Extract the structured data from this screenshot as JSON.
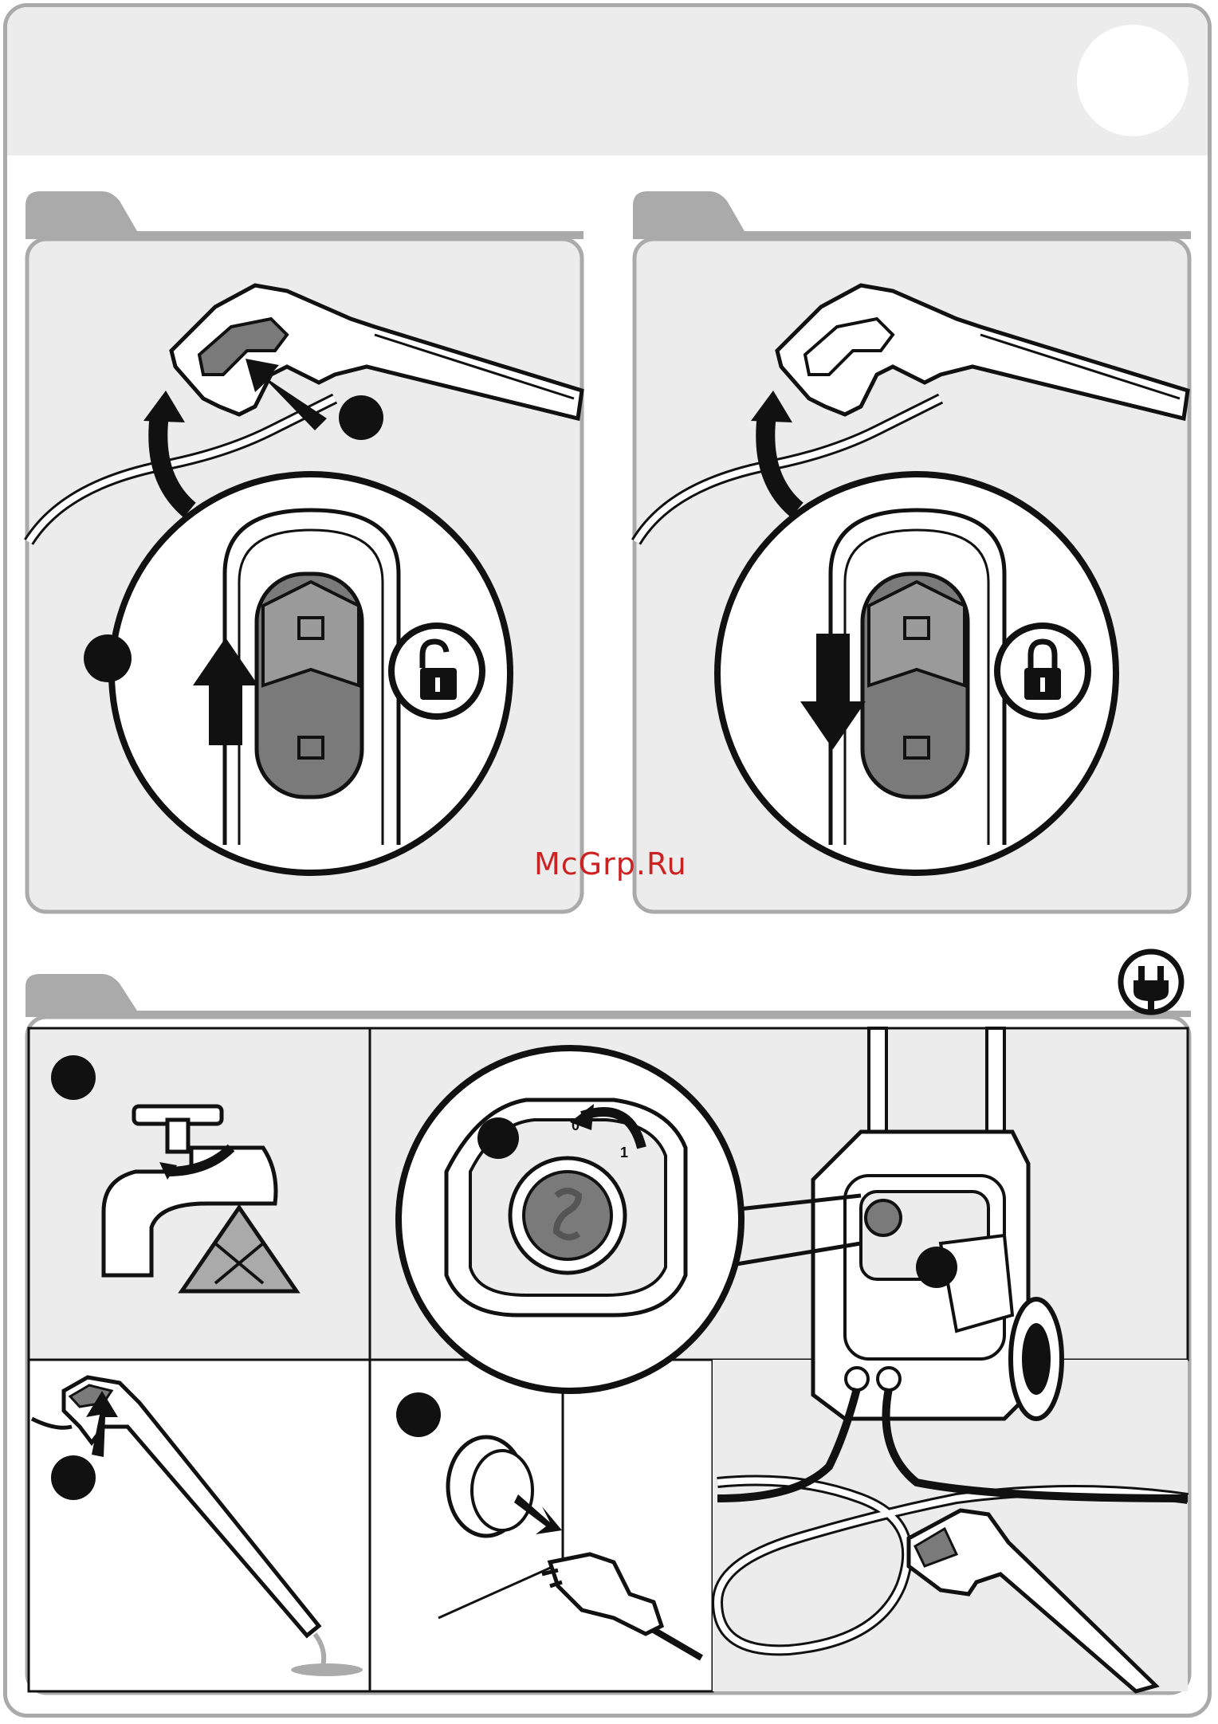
{
  "watermark": {
    "text": "McGrp.Ru"
  },
  "colors": {
    "panel_gray": "#ececec",
    "tab_gray": "#aaaaaa",
    "handle_gray": "#7a7a7a",
    "ink": "#111111"
  },
  "panels": [
    {
      "id": "trigger-unlock",
      "icons": [
        "spray-gun-icon",
        "unlock-icon",
        "arrow-up-icon"
      ]
    },
    {
      "id": "trigger-lock",
      "icons": [
        "spray-gun-icon",
        "lock-icon",
        "arrow-down-icon"
      ]
    },
    {
      "id": "start-sequence",
      "icons": [
        "plug-icon",
        "water-tap-icon",
        "switch-dial-icon",
        "power-socket-icon",
        "pressure-washer-icon"
      ]
    }
  ],
  "switch_dial": {
    "position_off": "0",
    "position_on": "1"
  }
}
